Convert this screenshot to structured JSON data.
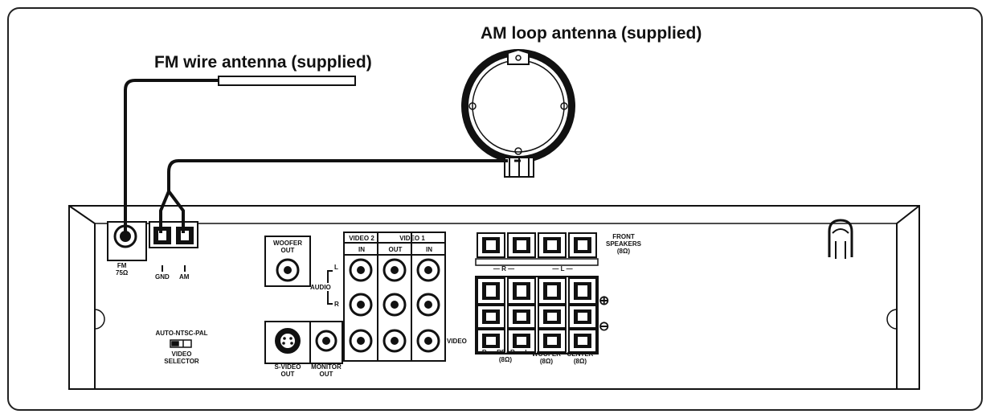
{
  "labels": {
    "am_antenna": "AM loop antenna (supplied)",
    "fm_antenna": "FM wire antenna (supplied)",
    "fm_75": "FM\n75Ω",
    "gnd": "GND",
    "am": "AM",
    "woofer_out": "WOOFER\nOUT",
    "video2": "VIDEO 2",
    "video1": "VIDEO 1",
    "in_a": "IN",
    "out": "OUT",
    "in_b": "IN",
    "audio": "AUDIO",
    "l": "L",
    "r": "R",
    "video": "VIDEO",
    "svideo_out": "S-VIDEO\nOUT",
    "monitor_out": "MONITOR\nOUT",
    "front_speakers": "FRONT\nSPEAKERS\n(8Ω)",
    "rear": "R — REAR — L\n(8Ω)",
    "woofer": "WOOFER\n(8Ω)",
    "center": "CENTER\n(8Ω)",
    "selector_top": "AUTO-NTSC-PAL",
    "selector_bottom": "VIDEO\nSELECTOR",
    "plus": "⊕",
    "minus": "⊖",
    "front_r": "— R —",
    "front_l": "— L —"
  }
}
